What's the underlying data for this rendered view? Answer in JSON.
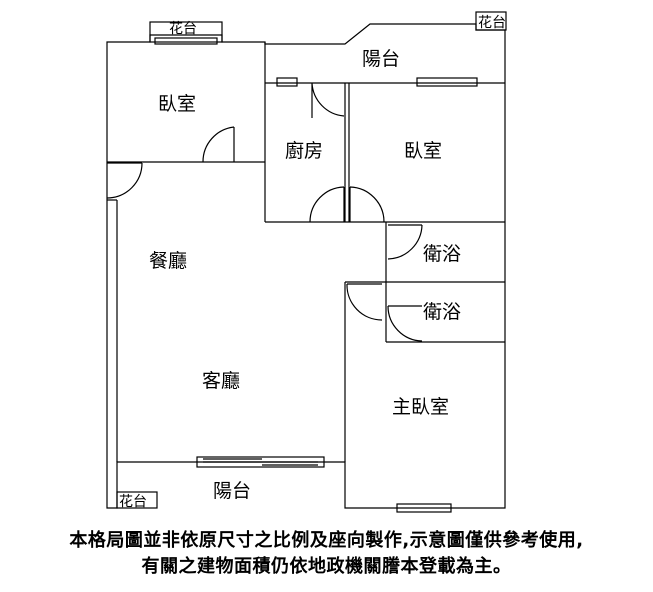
{
  "rooms": {
    "bedroom_1": "臥室",
    "bedroom_2": "臥室",
    "kitchen": "廚房",
    "dining": "餐廳",
    "living": "客廳",
    "bathroom_1": "衛浴",
    "bathroom_2": "衛浴",
    "master_bedroom": "主臥室",
    "balcony_top": "陽台",
    "balcony_bottom": "陽台",
    "planter_top": "花台",
    "planter_top_right": "花台",
    "planter_bottom_left": "花台"
  },
  "disclaimer": {
    "line1": "本格局圖並非依原尺寸之比例及座向製作,示意圖僅供參考使用,",
    "line2": "有關之建物面積仍依地政機關謄本登載為主。"
  }
}
